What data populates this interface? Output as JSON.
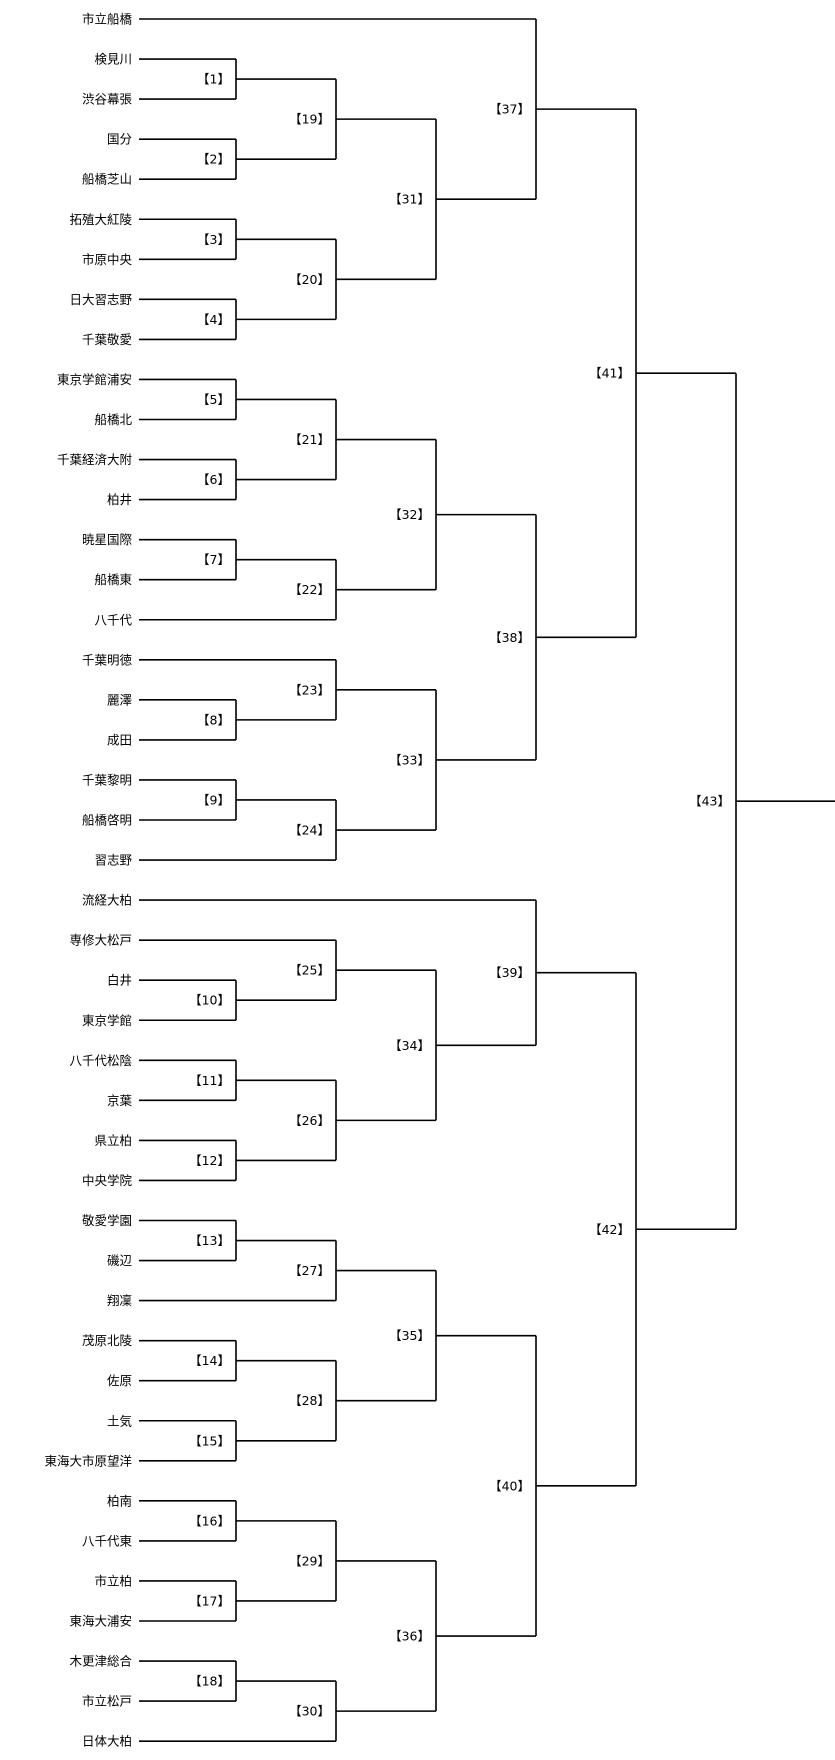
{
  "bracket": {
    "teams": [
      "市立船橋",
      "検見川",
      "渋谷幕張",
      "国分",
      "船橋芝山",
      "拓殖大紅陵",
      "市原中央",
      "日大習志野",
      "千葉敬愛",
      "東京学館浦安",
      "船橋北",
      "千葉経済大附",
      "柏井",
      "暁星国際",
      "船橋東",
      "八千代",
      "千葉明徳",
      "麗澤",
      "成田",
      "千葉黎明",
      "船橋啓明",
      "習志野",
      "流経大柏",
      "専修大松戸",
      "白井",
      "東京学館",
      "八千代松陰",
      "京葉",
      "県立柏",
      "中央学院",
      "敬愛学園",
      "磯辺",
      "翔凜",
      "茂原北陵",
      "佐原",
      "土気",
      "東海大市原望洋",
      "柏南",
      "八千代東",
      "市立柏",
      "東海大浦安",
      "木更津総合",
      "市立松戸",
      "日体大柏"
    ],
    "matches": [
      {
        "id": 1,
        "label": "【1】",
        "inputs": [
          "t1",
          "t2"
        ]
      },
      {
        "id": 2,
        "label": "【2】",
        "inputs": [
          "t3",
          "t4"
        ]
      },
      {
        "id": 3,
        "label": "【3】",
        "inputs": [
          "t5",
          "t6"
        ]
      },
      {
        "id": 4,
        "label": "【4】",
        "inputs": [
          "t7",
          "t8"
        ]
      },
      {
        "id": 5,
        "label": "【5】",
        "inputs": [
          "t9",
          "t10"
        ]
      },
      {
        "id": 6,
        "label": "【6】",
        "inputs": [
          "t11",
          "t12"
        ]
      },
      {
        "id": 7,
        "label": "【7】",
        "inputs": [
          "t13",
          "t14"
        ]
      },
      {
        "id": 8,
        "label": "【8】",
        "inputs": [
          "t17",
          "t18"
        ]
      },
      {
        "id": 9,
        "label": "【9】",
        "inputs": [
          "t19",
          "t20"
        ]
      },
      {
        "id": 10,
        "label": "【10】",
        "inputs": [
          "t24",
          "t25"
        ]
      },
      {
        "id": 11,
        "label": "【11】",
        "inputs": [
          "t26",
          "t27"
        ]
      },
      {
        "id": 12,
        "label": "【12】",
        "inputs": [
          "t28",
          "t29"
        ]
      },
      {
        "id": 13,
        "label": "【13】",
        "inputs": [
          "t30",
          "t31"
        ]
      },
      {
        "id": 14,
        "label": "【14】",
        "inputs": [
          "t33",
          "t34"
        ]
      },
      {
        "id": 15,
        "label": "【15】",
        "inputs": [
          "t35",
          "t36"
        ]
      },
      {
        "id": 16,
        "label": "【16】",
        "inputs": [
          "t37",
          "t38"
        ]
      },
      {
        "id": 17,
        "label": "【17】",
        "inputs": [
          "t39",
          "t40"
        ]
      },
      {
        "id": 18,
        "label": "【18】",
        "inputs": [
          "t41",
          "t42"
        ]
      },
      {
        "id": 19,
        "label": "【19】",
        "inputs": [
          "m1",
          "m2"
        ]
      },
      {
        "id": 20,
        "label": "【20】",
        "inputs": [
          "m3",
          "m4"
        ]
      },
      {
        "id": 21,
        "label": "【21】",
        "inputs": [
          "m5",
          "m6"
        ]
      },
      {
        "id": 22,
        "label": "【22】",
        "inputs": [
          "m7",
          "t15"
        ]
      },
      {
        "id": 23,
        "label": "【23】",
        "inputs": [
          "t16",
          "m8"
        ]
      },
      {
        "id": 24,
        "label": "【24】",
        "inputs": [
          "m9",
          "t21"
        ]
      },
      {
        "id": 25,
        "label": "【25】",
        "inputs": [
          "t23",
          "m10"
        ]
      },
      {
        "id": 26,
        "label": "【26】",
        "inputs": [
          "m11",
          "m12"
        ]
      },
      {
        "id": 27,
        "label": "【27】",
        "inputs": [
          "m13",
          "t32"
        ]
      },
      {
        "id": 28,
        "label": "【28】",
        "inputs": [
          "m14",
          "m15"
        ]
      },
      {
        "id": 29,
        "label": "【29】",
        "inputs": [
          "m16",
          "m17"
        ]
      },
      {
        "id": 30,
        "label": "【30】",
        "inputs": [
          "m18",
          "t43"
        ]
      },
      {
        "id": 31,
        "label": "【31】",
        "inputs": [
          "m19",
          "m20"
        ]
      },
      {
        "id": 32,
        "label": "【32】",
        "inputs": [
          "m21",
          "m22"
        ]
      },
      {
        "id": 33,
        "label": "【33】",
        "inputs": [
          "m23",
          "m24"
        ]
      },
      {
        "id": 34,
        "label": "【34】",
        "inputs": [
          "m25",
          "m26"
        ]
      },
      {
        "id": 35,
        "label": "【35】",
        "inputs": [
          "m27",
          "m28"
        ]
      },
      {
        "id": 36,
        "label": "【36】",
        "inputs": [
          "m29",
          "m30"
        ]
      },
      {
        "id": 37,
        "label": "【37】",
        "inputs": [
          "t0",
          "m31"
        ]
      },
      {
        "id": 38,
        "label": "【38】",
        "inputs": [
          "m32",
          "m33"
        ]
      },
      {
        "id": 39,
        "label": "【39】",
        "inputs": [
          "t22",
          "m34"
        ]
      },
      {
        "id": 40,
        "label": "【40】",
        "inputs": [
          "m35",
          "m36"
        ]
      },
      {
        "id": 41,
        "label": "【41】",
        "inputs": [
          "m37",
          "m38"
        ]
      },
      {
        "id": 42,
        "label": "【42】",
        "inputs": [
          "m39",
          "m40"
        ]
      },
      {
        "id": 43,
        "label": "【43】",
        "inputs": [
          "m41",
          "m42"
        ]
      }
    ]
  }
}
